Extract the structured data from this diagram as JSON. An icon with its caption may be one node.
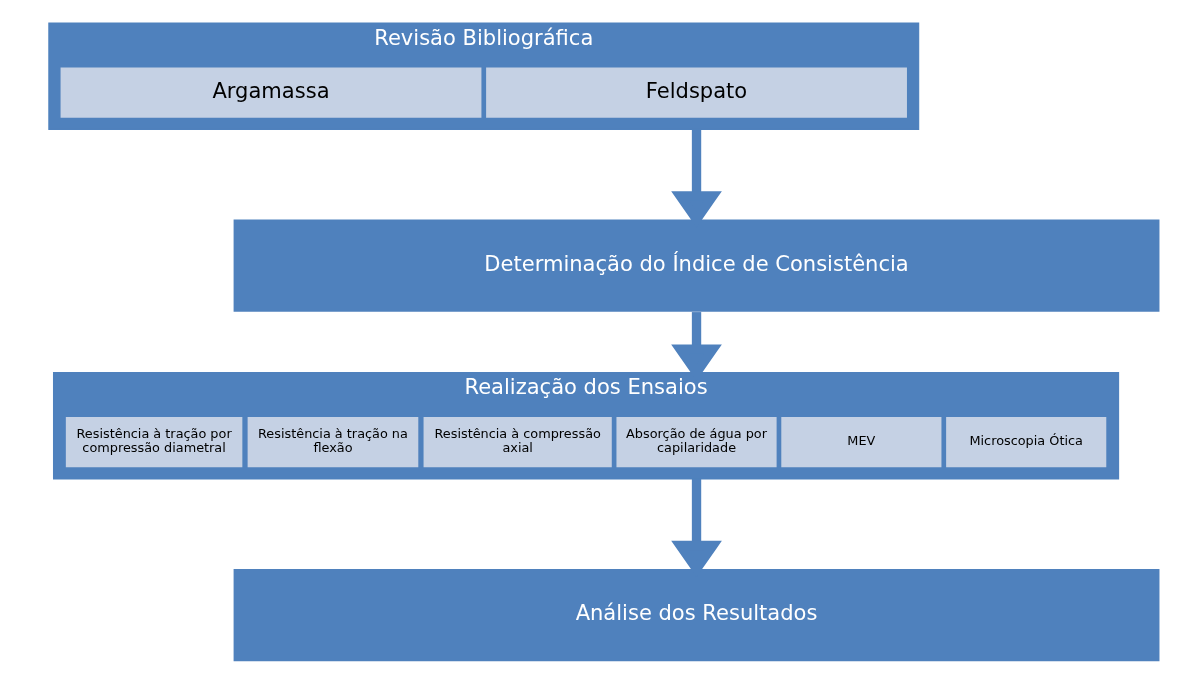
{
  "diagram": {
    "nodes": [
      {
        "text": [
          "Revisão Bibliográfica"
        ]
      },
      {
        "text": [
          "Argamassa"
        ],
        "in": 0
      },
      {
        "text": [
          "Feldspato"
        ],
        "in": 0
      },
      {
        "text": [
          "Determinação do Índice de Consistência"
        ]
      },
      {
        "text": [
          "Realização dos Ensaios"
        ]
      },
      {
        "text": [
          "Resistência à tração por compressão diametral"
        ],
        "in": 4
      },
      {
        "text": [
          "Resistência à tração na flexão"
        ],
        "in": 4
      },
      {
        "text": [
          "Resistência à compressão axial"
        ],
        "in": 4
      },
      {
        "text": [
          "Absorção de água por capilaridade"
        ],
        "in": 4
      },
      {
        "text": [
          "MEV"
        ],
        "in": 4
      },
      {
        "text": [
          "Microscopia Ótica"
        ],
        "in": 4
      },
      {
        "text": [
          "Análise dos Resultados"
        ]
      }
    ],
    "edges": [
      {
        "from": 0,
        "to": 3,
        "arrow": "to"
      },
      {
        "from": 3,
        "to": 4,
        "arrow": "to"
      },
      {
        "from": 4,
        "to": 11,
        "arrow": "to"
      }
    ]
  }
}
